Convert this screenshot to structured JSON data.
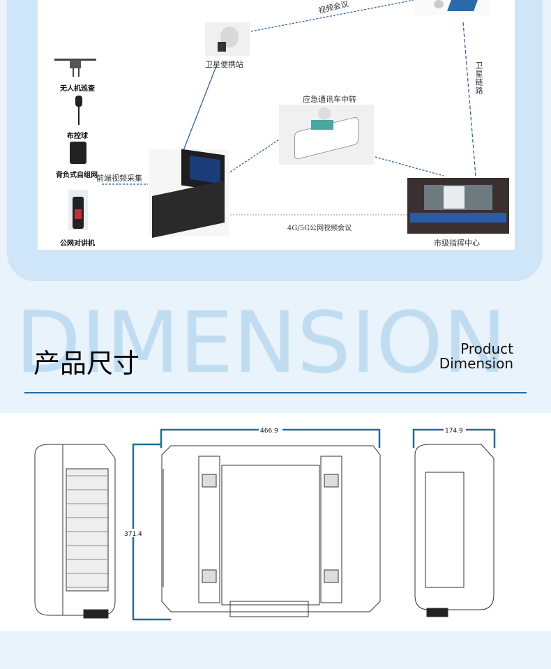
{
  "diagram": {
    "labels": {
      "video_conference": "视频会议",
      "satellite_portable_station": "卫星便携站",
      "satellite_link": "卫星链路",
      "drone_patrol": "无人机巡查",
      "dome_camera": "布控球",
      "backpack_mesh": "背负式自组网",
      "frontend_capture": "前端视频采集",
      "emergency_vehicle": "应急通讯车中转",
      "public_network_conference": "4G/5G公网视频会议",
      "city_command_center": "市级指挥中心",
      "public_walkie_talkie": "公网对讲机"
    }
  },
  "section": {
    "watermark": "DIMENSION",
    "title_cn": "产品尺寸",
    "title_en_line1": "Product",
    "title_en_line2": "Dimension",
    "accent_color": "#1f6e9c"
  },
  "dimensions": {
    "width": "466.9",
    "height": "371.4",
    "depth": "174.9"
  }
}
